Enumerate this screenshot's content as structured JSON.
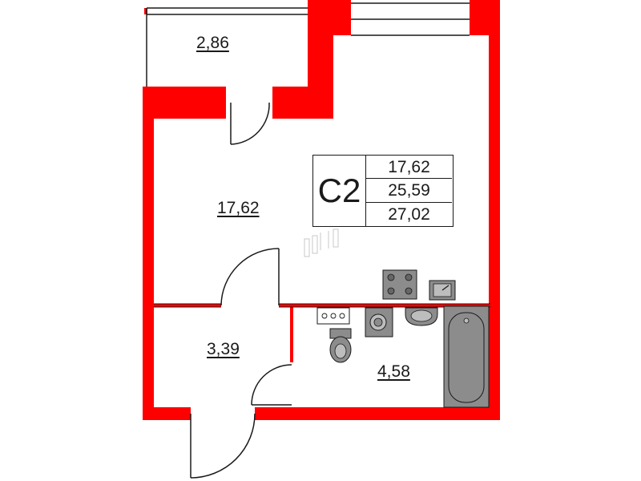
{
  "unit": {
    "code": "С2",
    "areas": [
      "17,62",
      "25,59",
      "27,02"
    ]
  },
  "rooms": {
    "balcony": "2,86",
    "living_room": "17,62",
    "hallway": "3,39",
    "bathroom": "4,58"
  },
  "colors": {
    "wall": "#ff0000",
    "fixture": "#8c8c8c",
    "line": "#1a1a1a"
  }
}
